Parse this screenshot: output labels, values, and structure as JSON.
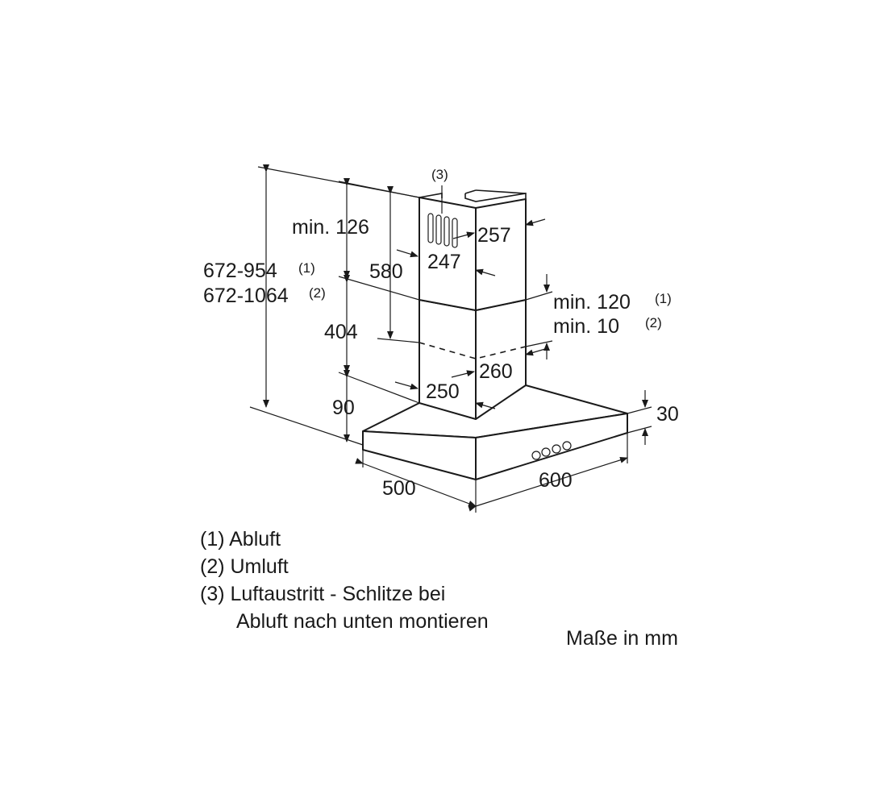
{
  "dimensions": {
    "total_height_1": "672-954",
    "total_height_1_ref": "(1)",
    "total_height_2": "672-1064",
    "total_height_2_ref": "(2)",
    "min_126": "min. 126",
    "d580": "580",
    "d404": "404",
    "d90": "90",
    "d257": "257",
    "d247": "247",
    "d260": "260",
    "d250": "250",
    "min_120": "min. 120",
    "min_120_ref": "(1)",
    "min_10": "min. 10",
    "min_10_ref": "(2)",
    "d30": "30",
    "d500": "500",
    "d600": "600",
    "slot_ref": "(3)"
  },
  "legend": {
    "item1": "(1) Abluft",
    "item2": "(2) Umluft",
    "item3_line1": "(3) Luftaustritt - Schlitze bei",
    "item3_line2": "Abluft nach unten montieren"
  },
  "unit_note": "Maße in mm"
}
